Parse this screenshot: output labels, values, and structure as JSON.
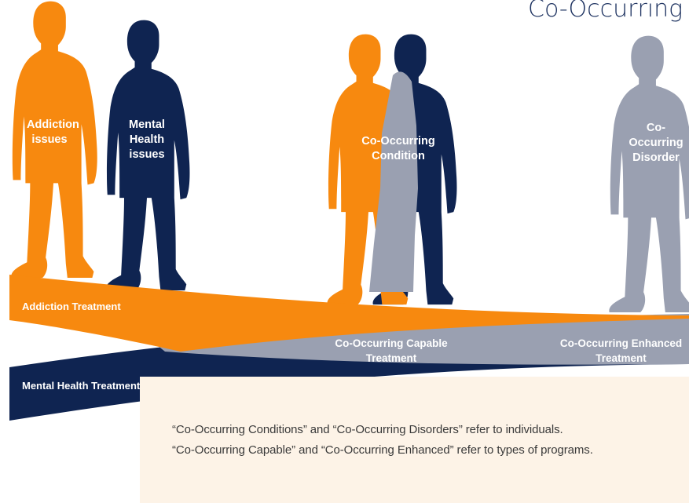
{
  "title": "Co-Occurring",
  "people": {
    "addiction": "Addiction issues",
    "mental_health": "Mental Health issues",
    "condition": "Co-Occurring Condition",
    "disorder": "Co-Occurring Disorder"
  },
  "bands": {
    "addiction_treatment": "Addiction Treatment",
    "mental_health_treatment": "Mental Health Treatment",
    "capable_treatment": "Co-Occurring Capable Treatment",
    "enhanced_treatment": "Co-Occurring Enhanced Treatment"
  },
  "notes": {
    "line1": "“Co-Occurring Conditions” and “Co-Occurring Disorders” refer to individuals.",
    "line2": "“Co-Occurring Capable” and “Co-Occurring Enhanced” refer to types of programs."
  },
  "colors": {
    "orange": "#f7890f",
    "navy": "#0f2451",
    "gray": "#9aa0b1",
    "note_background": "#fdf3e7"
  }
}
